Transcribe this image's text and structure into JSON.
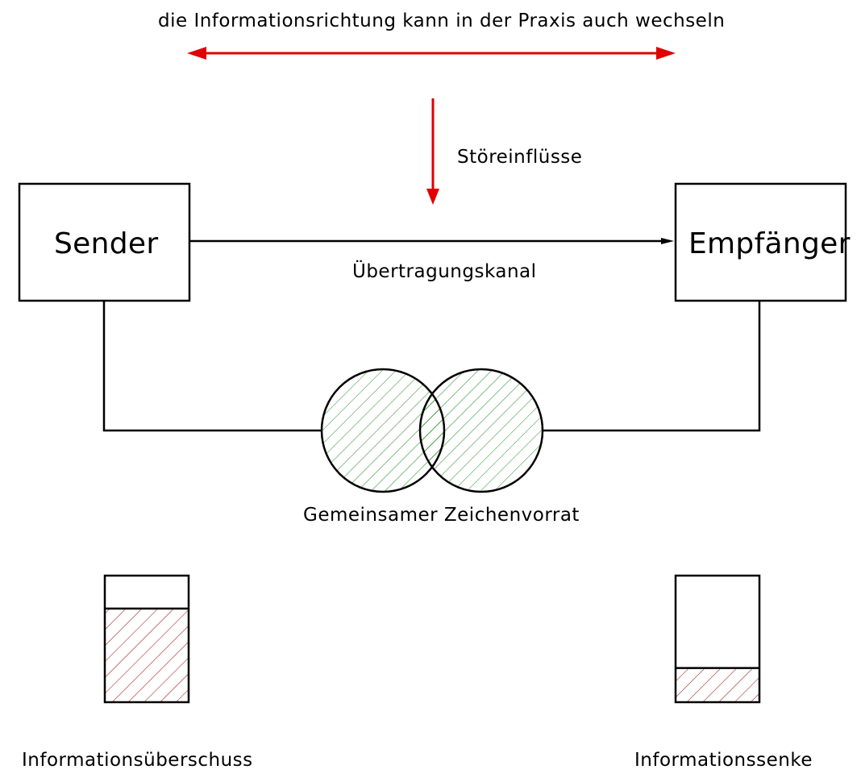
{
  "top_note": "die Informationsrichtung kann in der Praxis auch wechseln",
  "interference_label": "Störeinflüsse",
  "sender": {
    "label": "Sender"
  },
  "receiver": {
    "label": "Empfänger"
  },
  "channel_label": "Übertragungskanal",
  "shared_symbols_label": "Gemeinsamer Zeichenvorrat",
  "sender_store": {
    "label": "Informationsüberschuss",
    "fill_level": 0.74
  },
  "receiver_store": {
    "label": "Informationssenke",
    "fill_level": 0.27
  },
  "colors": {
    "line": "#000000",
    "arrow": "#e00000",
    "circle_hatch": "#1e8a1e",
    "store_hatch": "#9a0000"
  }
}
